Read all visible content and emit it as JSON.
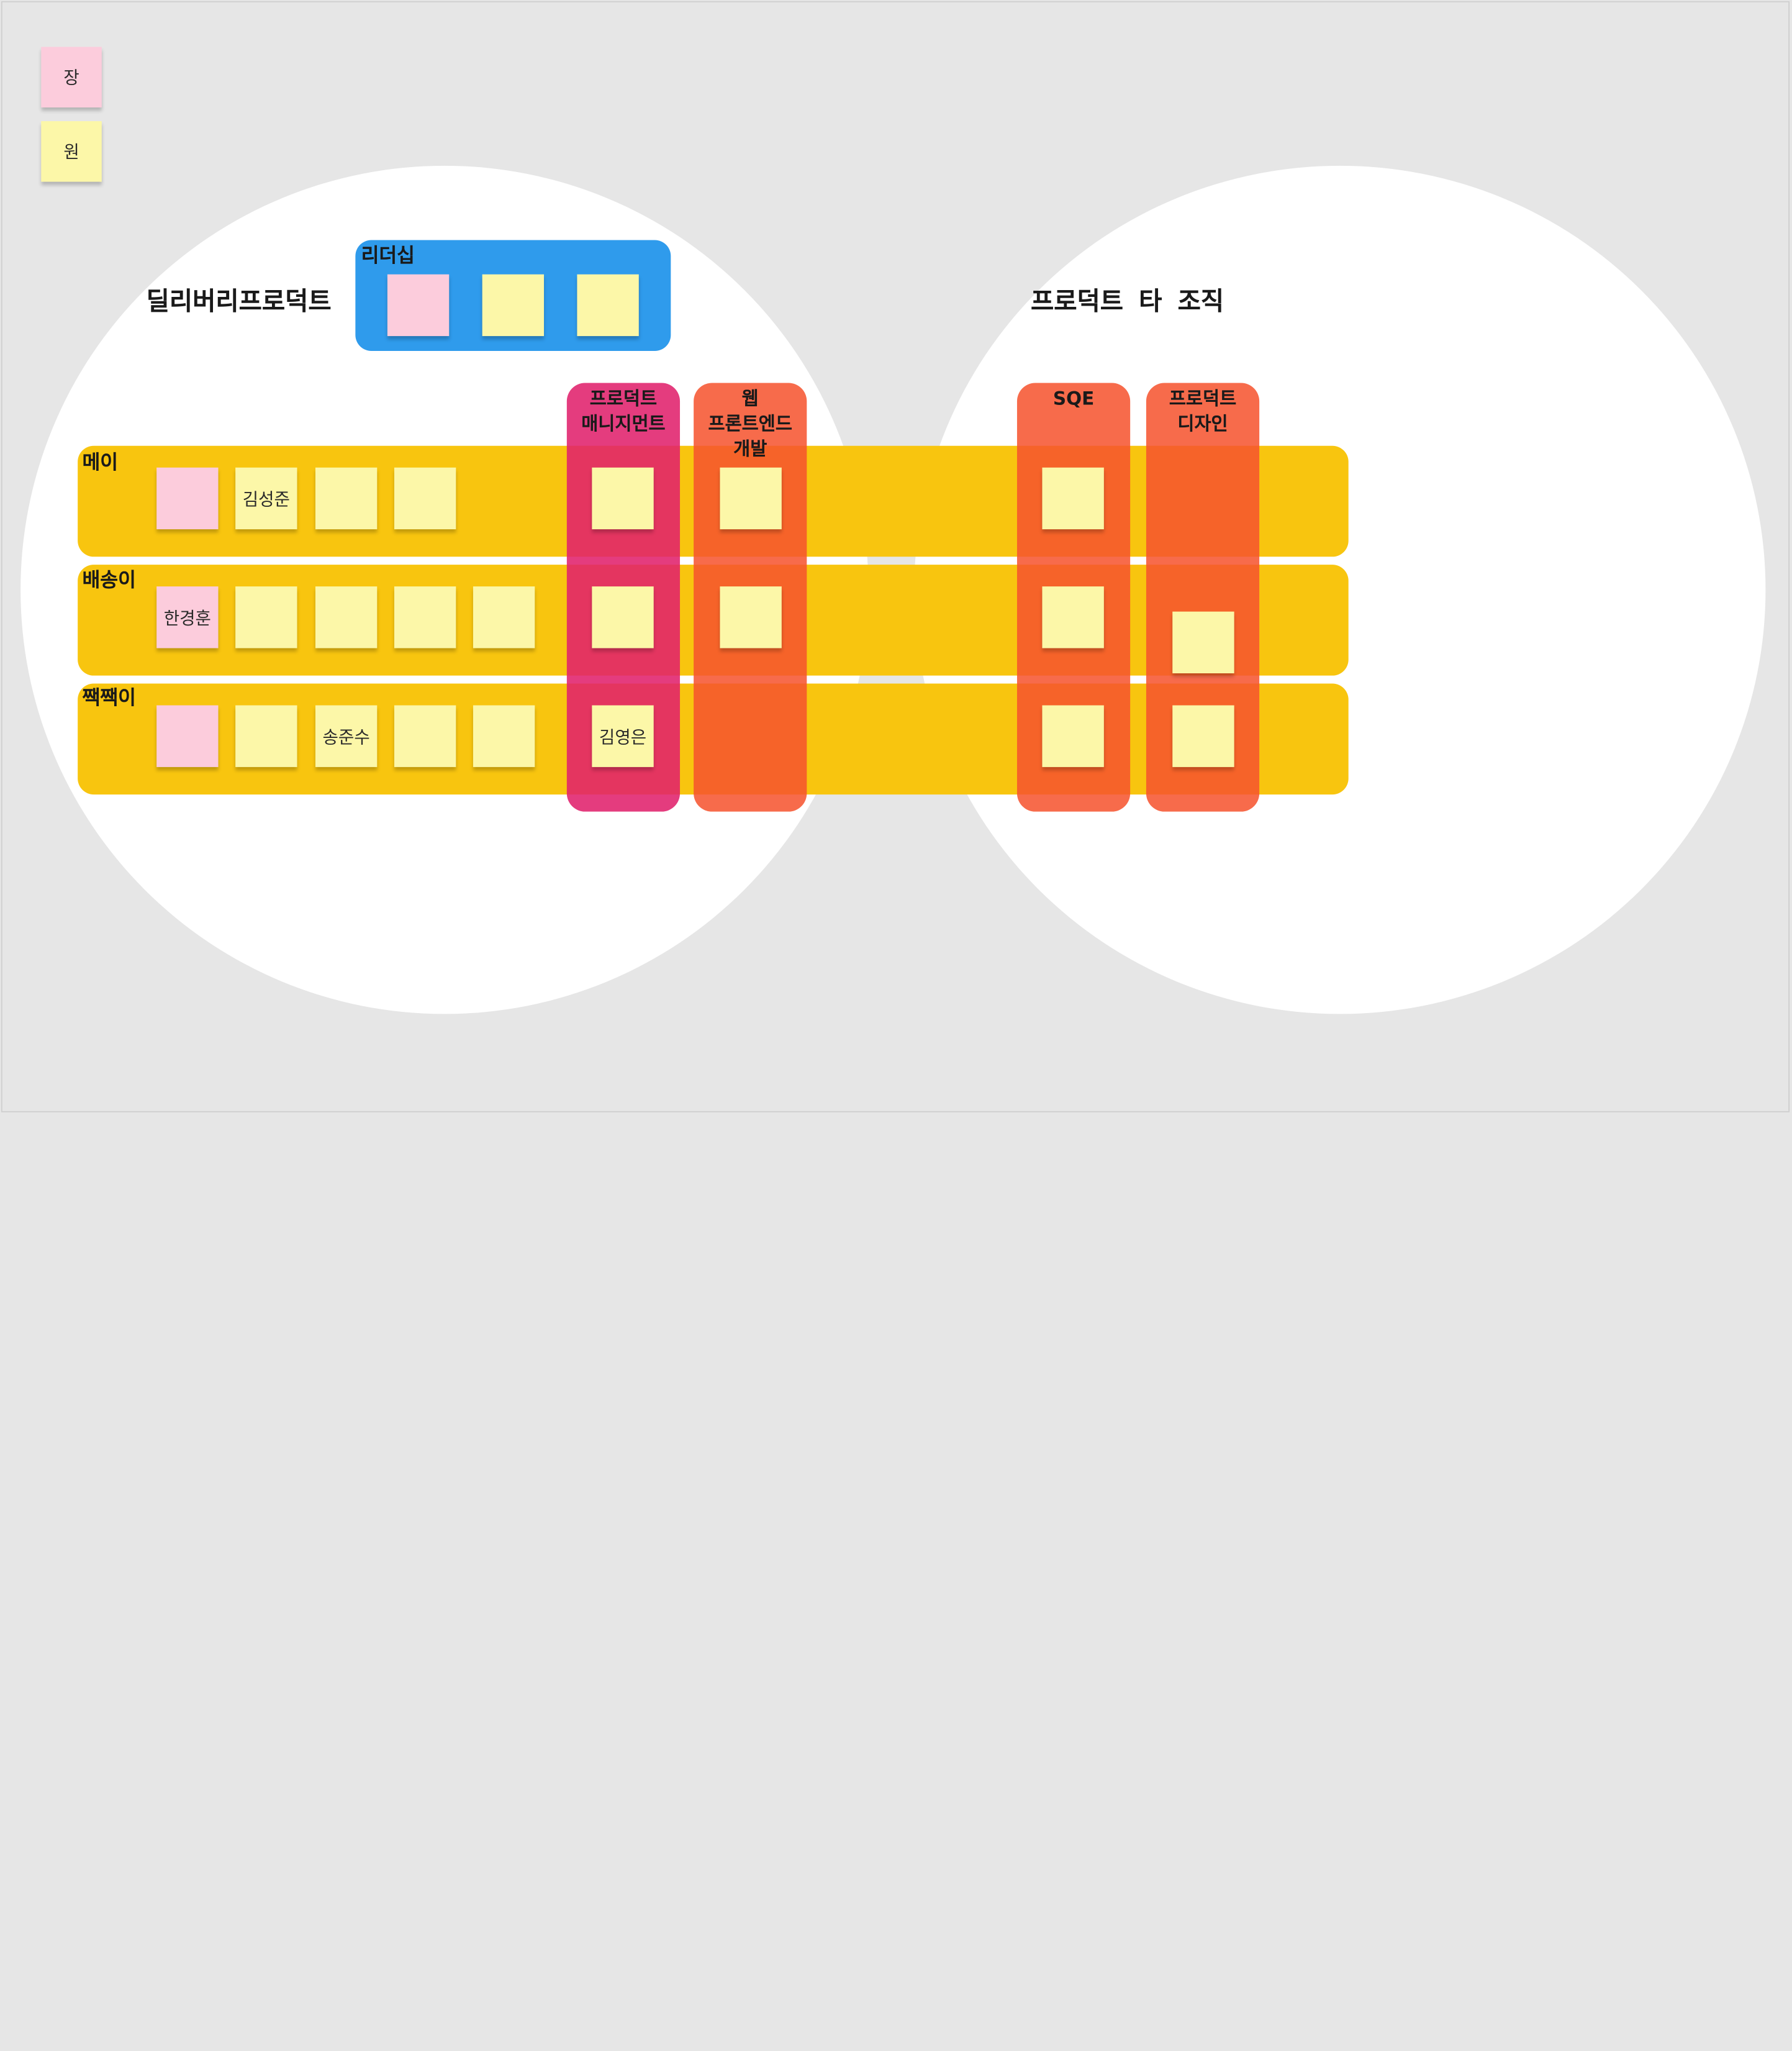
{
  "colors": {
    "background": "#e6e6e6",
    "circle": "#ffffff",
    "lane": "#f8c50f",
    "leadership": "#2f9bec",
    "pm_column": "#e0216c",
    "orange_column": "#f6532d",
    "sticky_pink": "#fcccdc",
    "sticky_yellow": "#fcf7a8"
  },
  "legend": [
    {
      "label": "장",
      "color": "pink"
    },
    {
      "label": "원",
      "color": "yellow"
    }
  ],
  "titles": {
    "delivery": "딜리버리프로덕트",
    "other_org": "프로덕트 타 조직"
  },
  "leadership": {
    "label": "리더십",
    "stickies": [
      "pink",
      "yellow",
      "yellow"
    ]
  },
  "columns": [
    {
      "id": "pm",
      "label": "프로덕트\n매니지먼트",
      "color": "pm_column"
    },
    {
      "id": "fe",
      "label": "웹\n프론트엔드\n개발",
      "color": "orange_column"
    },
    {
      "id": "sqe",
      "label": "SQE",
      "color": "orange_column"
    },
    {
      "id": "design",
      "label": "프로덕트\n디자인",
      "color": "orange_column"
    }
  ],
  "lanes": [
    {
      "label": "메이",
      "members": [
        {
          "color": "pink",
          "text": ""
        },
        {
          "color": "yellow",
          "text": "김성준"
        },
        {
          "color": "yellow",
          "text": ""
        },
        {
          "color": "yellow",
          "text": ""
        }
      ],
      "column_members": {
        "pm": {
          "color": "yellow",
          "text": ""
        },
        "fe": {
          "color": "yellow",
          "text": ""
        },
        "sqe": {
          "color": "yellow",
          "text": ""
        }
      }
    },
    {
      "label": "배송이",
      "members": [
        {
          "color": "pink",
          "text": "한경훈"
        },
        {
          "color": "yellow",
          "text": ""
        },
        {
          "color": "yellow",
          "text": ""
        },
        {
          "color": "yellow",
          "text": ""
        },
        {
          "color": "yellow",
          "text": ""
        }
      ],
      "column_members": {
        "pm": {
          "color": "yellow",
          "text": ""
        },
        "fe": {
          "color": "yellow",
          "text": ""
        },
        "sqe": {
          "color": "yellow",
          "text": ""
        },
        "design": {
          "color": "yellow",
          "text": ""
        }
      }
    },
    {
      "label": "짹짹이",
      "members": [
        {
          "color": "pink",
          "text": ""
        },
        {
          "color": "yellow",
          "text": ""
        },
        {
          "color": "yellow",
          "text": "송준수"
        },
        {
          "color": "yellow",
          "text": ""
        },
        {
          "color": "yellow",
          "text": ""
        }
      ],
      "column_members": {
        "pm": {
          "color": "yellow",
          "text": "김영은"
        },
        "sqe": {
          "color": "yellow",
          "text": ""
        },
        "design": {
          "color": "yellow",
          "text": ""
        }
      }
    }
  ]
}
